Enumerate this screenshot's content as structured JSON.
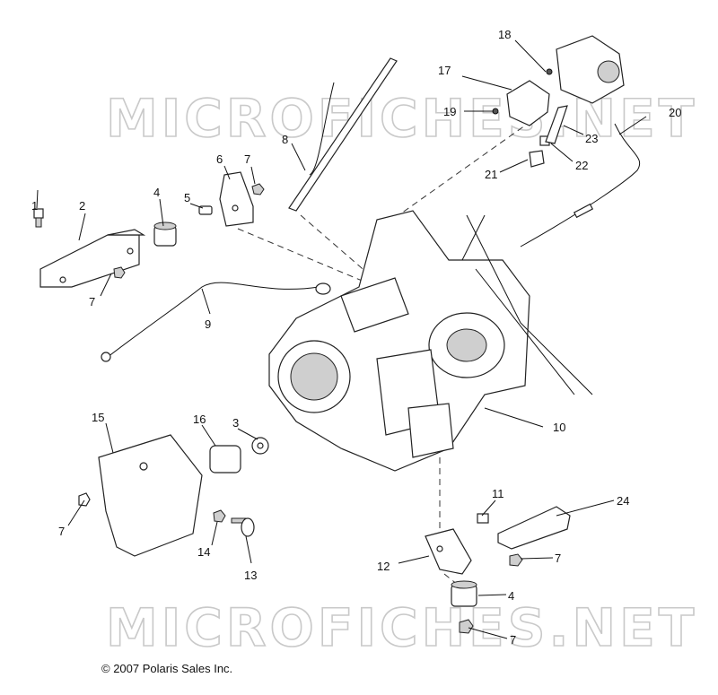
{
  "watermark": "MICROFICHES.NET",
  "copyright": "© 2007 Polaris Sales Inc.",
  "callouts": {
    "c1": "1",
    "c2": "2",
    "c3": "3",
    "c4a": "4",
    "c4b": "4",
    "c5": "5",
    "c6": "6",
    "c7a": "7",
    "c7b": "7",
    "c7c": "7",
    "c7d": "7",
    "c7e": "7",
    "c8": "8",
    "c9": "9",
    "c10": "10",
    "c11": "11",
    "c12": "12",
    "c13": "13",
    "c14": "14",
    "c15": "15",
    "c16": "16",
    "c17": "17",
    "c18": "18",
    "c19": "19",
    "c20": "20",
    "c21": "21",
    "c22": "22",
    "c23": "23",
    "c24": "24"
  },
  "colors": {
    "line": "#111111",
    "watermark": "#c9c9c9",
    "shade": "#cfcfcf"
  }
}
